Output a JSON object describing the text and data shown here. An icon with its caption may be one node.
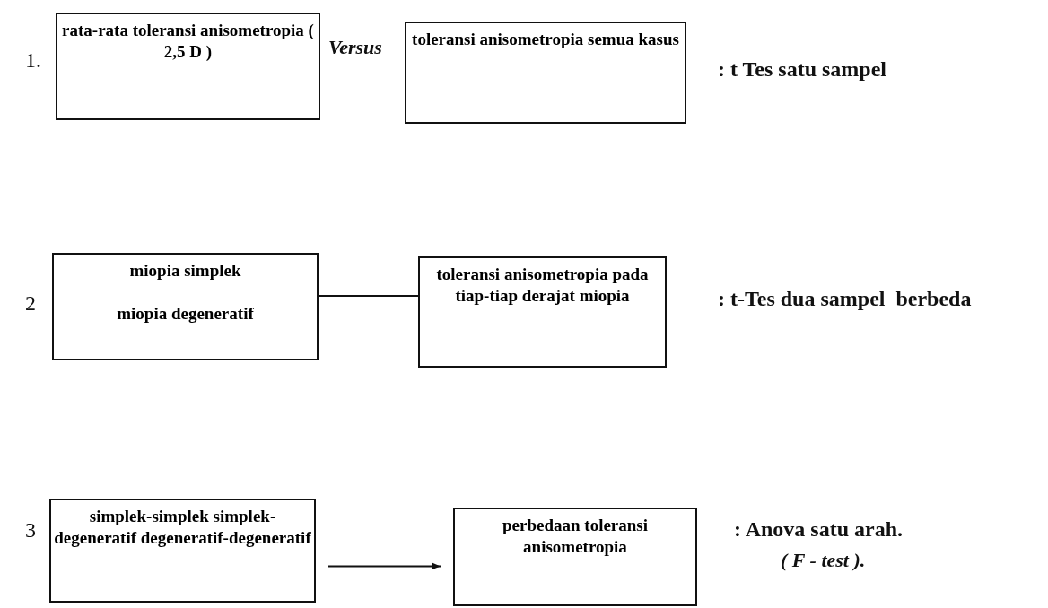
{
  "diagram": {
    "nodes": [
      {
        "text": [
          "rata-rata toleransi anisometropia ( 2,5 D )"
        ]
      },
      {
        "text": [
          "toleransi anisometropia semua kasus"
        ]
      },
      {
        "text": [
          "miopia simplek",
          "miopia degeneratif"
        ]
      },
      {
        "text": [
          "toleransi anisometropia pada tiap-tiap derajat miopia"
        ]
      },
      {
        "text": [
          "simplek-simplek simplek-degeneratif degeneratif-degeneratif"
        ]
      },
      {
        "text": [
          "perbedaan toleransi anisometropia"
        ]
      }
    ],
    "edges": [
      {
        "from": 2,
        "to": 3,
        "arrow": "none"
      },
      {
        "from": 4,
        "to": 5,
        "arrow": "to"
      }
    ],
    "labels": [
      "1.",
      "Versus",
      ": t Tes satu sampel",
      "2",
      ": t-Tes dua sampel  berbeda",
      "3",
      ": Anova satu arah.",
      "( F - test )."
    ]
  }
}
